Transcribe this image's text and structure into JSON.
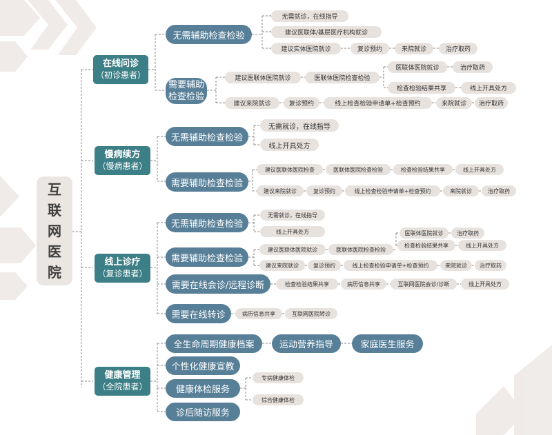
{
  "colors": {
    "teal": "#3d7f86",
    "slate": "#577f98",
    "leaf_bg": "#e8e2de",
    "root_bg": "#ece6e2",
    "line": "#8a8a8a",
    "decoration": "#ebe5e1"
  },
  "root": {
    "chars": [
      "互",
      "联",
      "网",
      "医",
      "院"
    ]
  },
  "online_consult": {
    "title": "在线问诊",
    "subtitle": "（初诊患者）",
    "no_aux": {
      "label": "无需辅助检查检验",
      "items": [
        "无需就诊，在线指导",
        "建议医联体/基层医疗机构就诊",
        "建议实体医院就诊"
      ],
      "chain": [
        "复诊预约",
        "来院就诊",
        "治疗取药"
      ]
    },
    "need_aux": {
      "label": "需要辅助检查检验",
      "row1": [
        "建议医联体医院就诊",
        "医联体医院检查检验"
      ],
      "row1a": [
        "医联体医院就诊",
        "治疗取药"
      ],
      "row1b": [
        "检查检验结果共享",
        "线上开具处方"
      ],
      "row2": [
        "建议来院就诊",
        "复诊预约",
        "线上检查检验申请单+检查预约",
        "来院就诊",
        "治疗取药"
      ]
    }
  },
  "chronic": {
    "title": "慢病续方",
    "subtitle": "（慢病患者）",
    "no_aux": {
      "label": "无需辅助检查检验",
      "items": [
        "无需就诊，在线指导",
        "线上开具处方"
      ]
    },
    "need_aux": {
      "label": "需要辅助检查检验",
      "row1": [
        "建议医联体医院检查",
        "医联体医院检查检验",
        "检查检验结果共享",
        "线上开具处方"
      ],
      "row2": [
        "建议来院就诊",
        "复诊预约",
        "线上检查检验申请单+检查预约",
        "来院就诊",
        "治疗取药"
      ]
    }
  },
  "online_treatment": {
    "title": "线上诊疗",
    "subtitle": "（复诊患者）",
    "no_aux": {
      "label": "无需辅助检查检验",
      "items": [
        "无需就诊，在线指导",
        "线上开具处方"
      ]
    },
    "need_aux": {
      "label": "需要辅助检查检验",
      "row1": [
        "建议医联体医院就诊",
        "医联体医院检查检验"
      ],
      "row1a": [
        "医联体医院就诊",
        "治疗取药"
      ],
      "row1b": [
        "检查检验结果共享",
        "线上开具处方"
      ],
      "row2": [
        "建议来院就诊",
        "复诊预约",
        "线上检查检验申请单+检查预约",
        "来院就诊",
        "治疗取药"
      ]
    },
    "consult": {
      "label": "需要在线会诊/远程诊断",
      "chain": [
        "检查检验结果共享",
        "病历信息共享",
        "互联网医院会诊/诊断",
        "线上开具处方"
      ]
    },
    "transfer": {
      "label": "需要在线转诊",
      "chain": [
        "病历信息共享",
        "互联网医院转诊"
      ]
    }
  },
  "health": {
    "title": "健康管理",
    "subtitle": "（全院患者）",
    "archive": "全生命周期健康档案",
    "sport": "运动营养指导",
    "family": "家庭医生服务",
    "education": "个性化健康宣教",
    "checkup": {
      "label": "健康体检服务",
      "items": [
        "专病健康体检",
        "综合健康体检"
      ]
    },
    "followup": "诊后随访服务"
  }
}
